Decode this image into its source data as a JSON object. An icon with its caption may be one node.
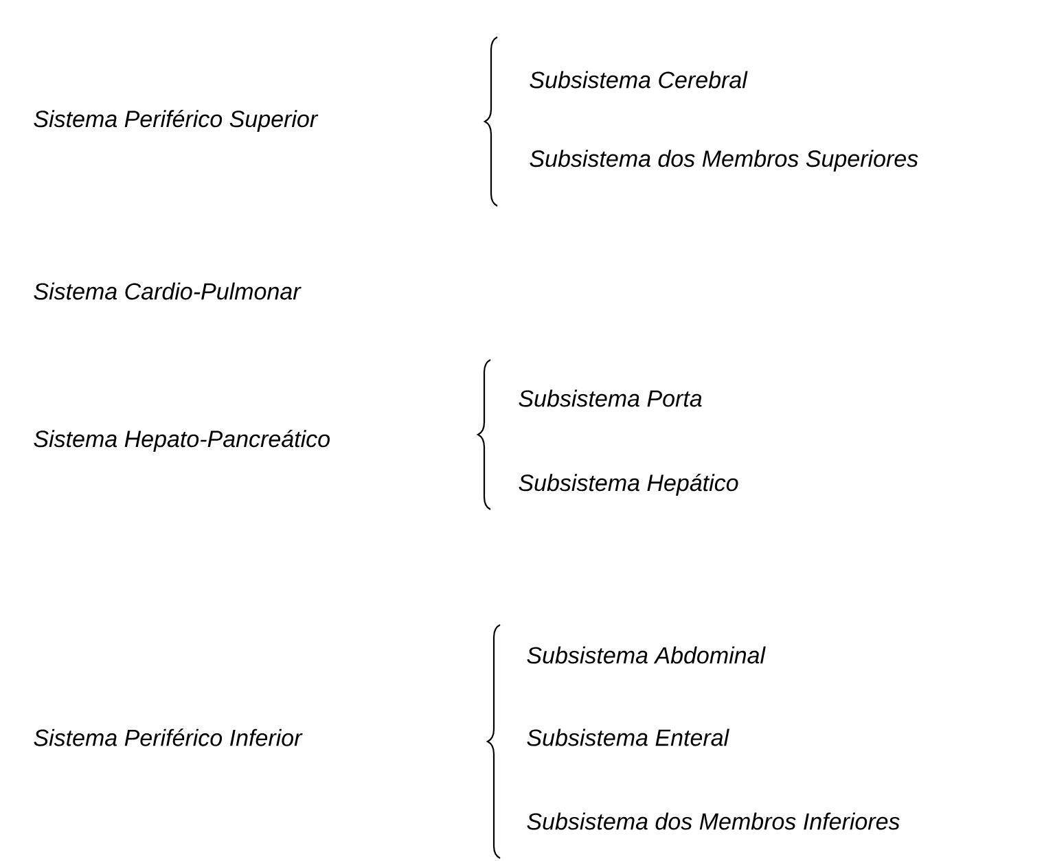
{
  "diagram": {
    "labels": [
      "Subsistema Cerebral",
      "Sistema Periférico Superior",
      "Subsistema dos Membros Superiores",
      "Sistema Cardio-Pulmonar",
      "Subsistema Porta",
      "Sistema Hepato-Pancreático",
      "Subsistema Hepático",
      "Subsistema Abdominal",
      "Sistema Periférico Inferior",
      "Subsistema Enteral",
      "Subsistema dos Membros Inferiores"
    ]
  }
}
